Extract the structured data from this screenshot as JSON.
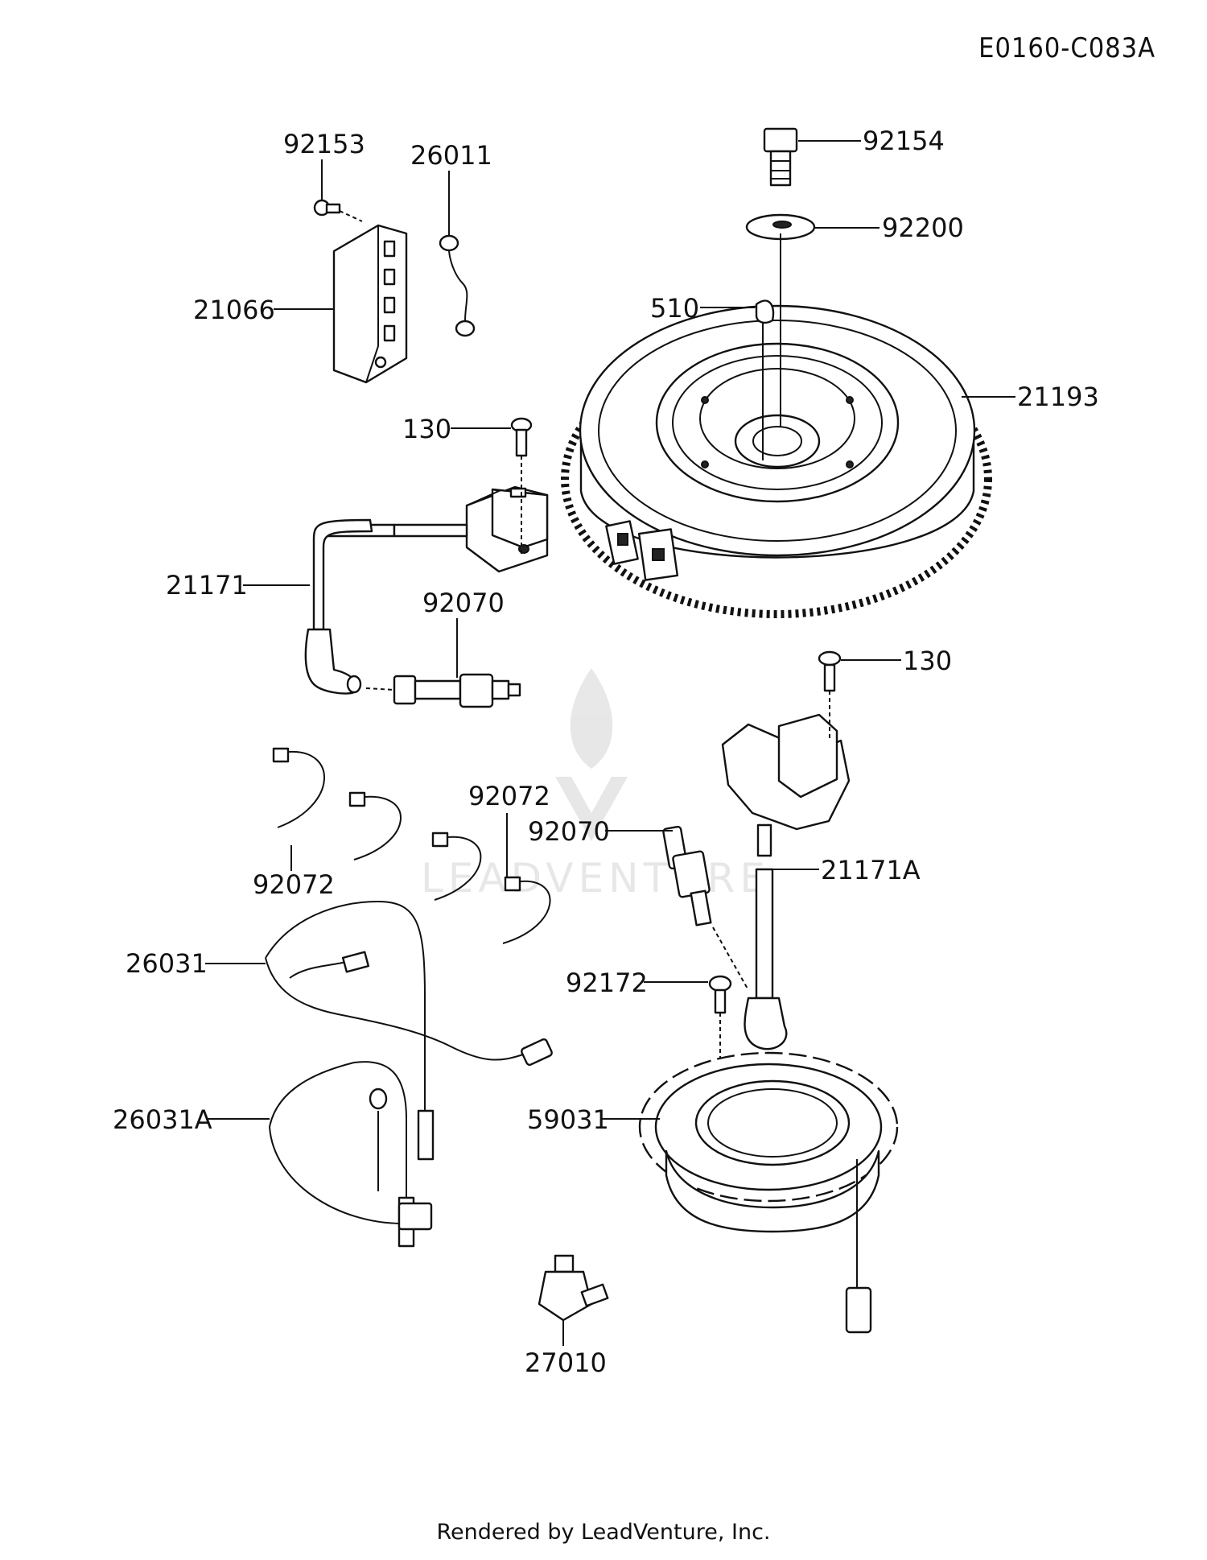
{
  "diagram_code": "E0160-C083A",
  "footer_text": "Rendered by LeadVenture, Inc.",
  "watermark_text": "LEADVENTURE",
  "callouts": {
    "c92153": "92153",
    "c26011": "26011",
    "c21066": "21066",
    "c92154": "92154",
    "c92200": "92200",
    "c510": "510",
    "c21193": "21193",
    "c130a": "130",
    "c21171": "21171",
    "c92070a": "92070",
    "c130b": "130",
    "c92072a": "92072",
    "c92072b": "92072",
    "c92070b": "92070",
    "c21171A": "21171A",
    "c26031": "26031",
    "c92172": "92172",
    "c26031A": "26031A",
    "c59031": "59031",
    "c27010": "27010"
  }
}
